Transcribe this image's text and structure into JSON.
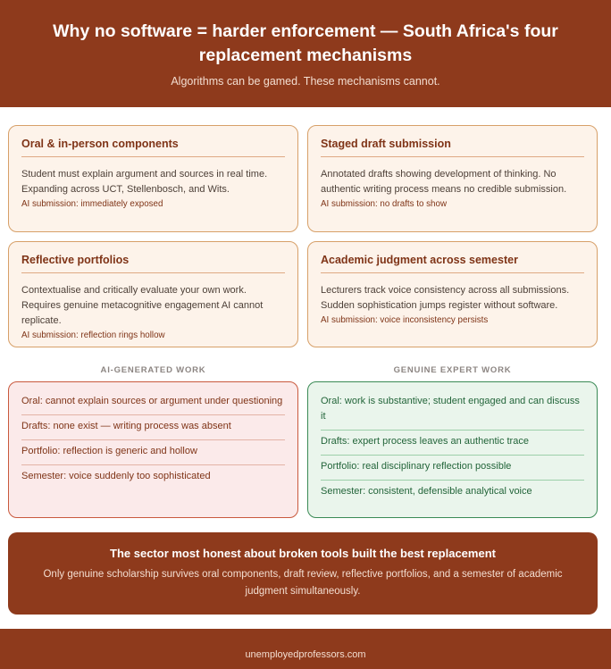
{
  "header": {
    "title": "Why no software = harder enforcement — South Africa's four replacement mechanisms",
    "subtitle": "Algorithms can be gamed. These mechanisms cannot."
  },
  "mechanisms": [
    {
      "title": "Oral & in-person components",
      "body": "Student must explain argument and sources in real time. Expanding across UCT, Stellenbosch, and Wits.",
      "ai_note": "AI submission: immediately exposed"
    },
    {
      "title": "Staged draft submission",
      "body": "Annotated drafts showing development of thinking. No authentic writing process means no credible submission.",
      "ai_note": "AI submission: no drafts to show"
    },
    {
      "title": "Reflective portfolios",
      "body": "Contextualise and critically evaluate your own work. Requires genuine metacognitive engagement AI cannot replicate.",
      "ai_note": "AI submission: reflection rings hollow"
    },
    {
      "title": "Academic judgment across semester",
      "body": "Lecturers track voice consistency across all submissions. Sudden sophistication jumps register without software.",
      "ai_note": "AI submission: voice inconsistency persists"
    }
  ],
  "comparison": {
    "ai_label": "AI-GENERATED WORK",
    "genuine_label": "GENUINE EXPERT WORK",
    "ai_rows": [
      "Oral: cannot explain sources or argument under questioning",
      "Drafts: none exist — writing process was absent",
      "Portfolio: reflection is generic and hollow",
      "Semester: voice suddenly too sophisticated"
    ],
    "genuine_rows": [
      "Oral: work is substantive; student engaged and can discuss it",
      "Drafts: expert process leaves an authentic trace",
      "Portfolio: real disciplinary reflection possible",
      "Semester: consistent, defensible analytical voice"
    ]
  },
  "callout": {
    "title": "The sector most honest about broken tools built the best replacement",
    "body": "Only genuine scholarship survives oral components, draft review, reflective portfolios, and a semester of academic judgment simultaneously."
  },
  "footer": {
    "site": "unemployedprofessors.com"
  },
  "colors": {
    "brand": "#8e3a1c",
    "card_bg": "#fdf3ea",
    "card_border": "#d7a069",
    "ai_bg": "#fbeaea",
    "ai_text": "#7f3417",
    "genuine_bg": "#eaf5ec",
    "genuine_text": "#23653a"
  }
}
